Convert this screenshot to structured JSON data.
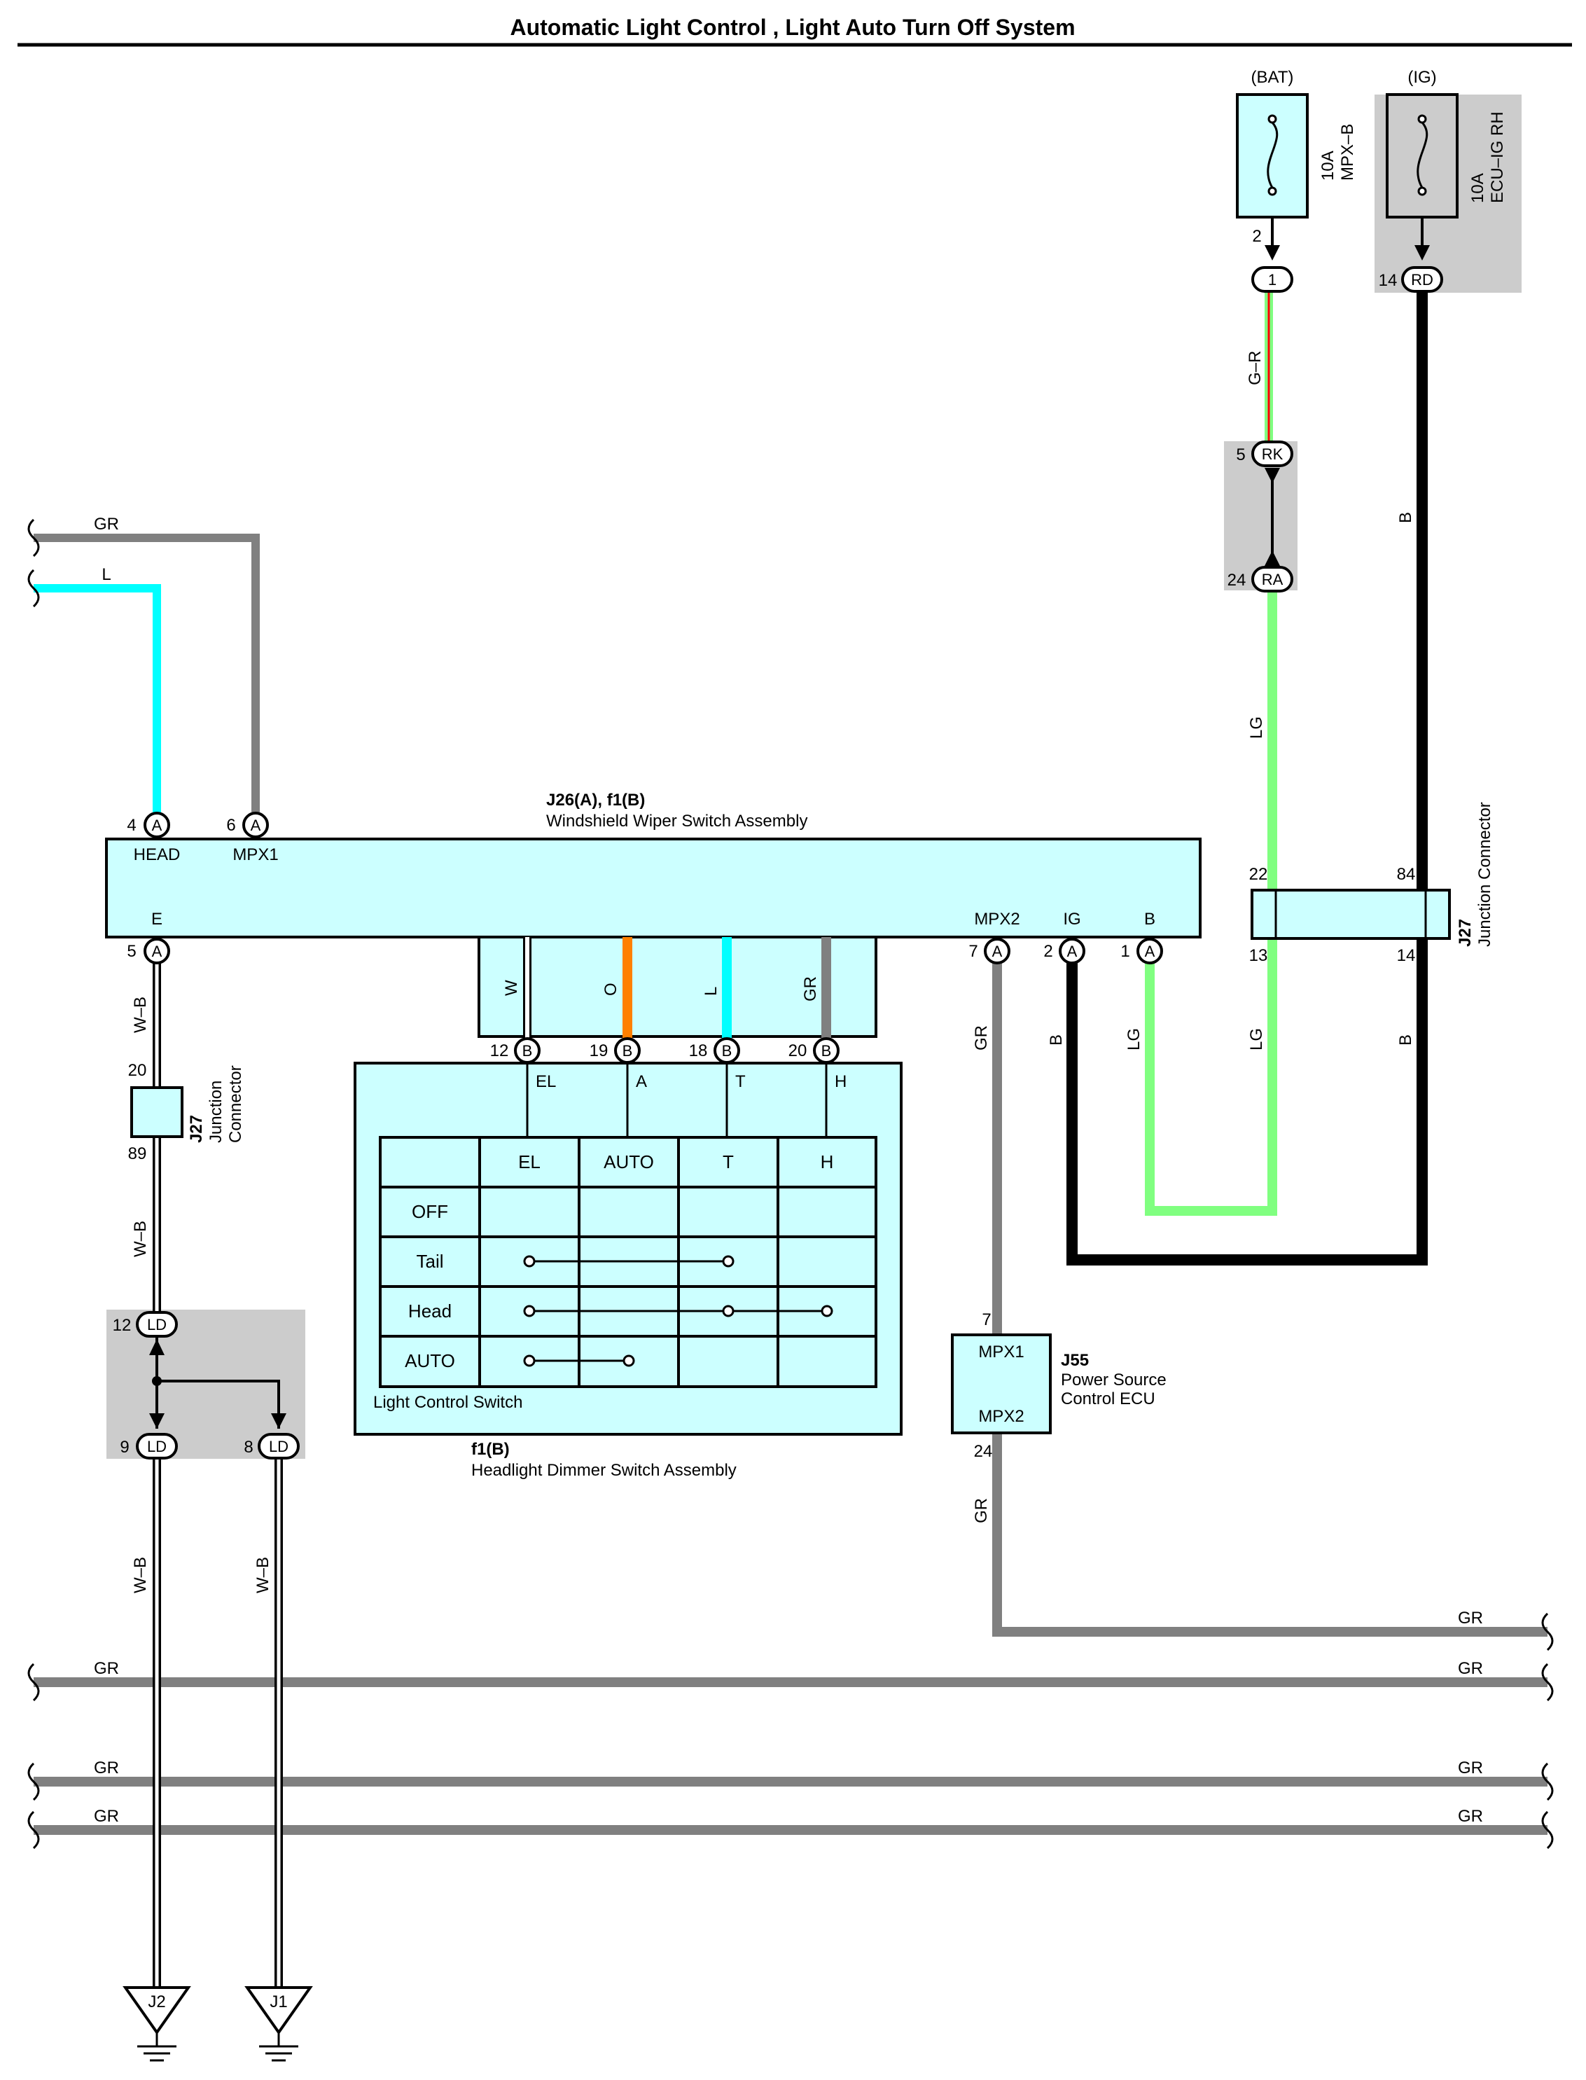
{
  "title": "Automatic Light Control , Light Auto Turn Off System",
  "colors": {
    "GR": "#808080",
    "L": "#00ffff",
    "LG": "#80ff80",
    "B": "#000000",
    "O": "#ff8000",
    "W": "#ffffff",
    "component_fill": "#ccffff",
    "shade": "#cccccc"
  },
  "fuses": {
    "bat": {
      "source": "(BAT)",
      "rating": "10A",
      "name": "MPX–B",
      "pin": "2",
      "conn_pin": "1"
    },
    "ig": {
      "source": "(IG)",
      "rating": "10A",
      "name": "ECU–IG RH",
      "pin": "14",
      "conn_pin": "RD"
    }
  },
  "junctions": {
    "rk": {
      "pin": "5",
      "label": "RK"
    },
    "ra": {
      "pin": "24",
      "label": "RA"
    },
    "ld_top": {
      "pin": "12",
      "label": "LD"
    },
    "ld_left": {
      "pin": "9",
      "label": "LD"
    },
    "ld_right": {
      "pin": "8",
      "label": "LD"
    }
  },
  "wiper_switch": {
    "code": "J26(A), f1(B)",
    "name": "Windshield Wiper Switch Assembly",
    "top_pins": [
      {
        "num": "4",
        "conn": "A",
        "label": "HEAD"
      },
      {
        "num": "6",
        "conn": "A",
        "label": "MPX1"
      }
    ],
    "bottom_pins": [
      {
        "num": "5",
        "conn": "A",
        "label": "E"
      },
      {
        "num": "7",
        "conn": "A",
        "label": "MPX2"
      },
      {
        "num": "2",
        "conn": "A",
        "label": "IG"
      },
      {
        "num": "1",
        "conn": "A",
        "label": "B"
      }
    ],
    "sub_wires": [
      "W",
      "O",
      "L",
      "GR"
    ]
  },
  "junction_connector_right": {
    "code": "J27",
    "name": "Junction Connector",
    "pins": [
      "22",
      "84",
      "13",
      "14"
    ]
  },
  "junction_connector_left": {
    "code": "J27",
    "name_line1": "Junction",
    "name_line2": "Connector",
    "pins": [
      "20",
      "89"
    ]
  },
  "dimmer_switch": {
    "code": "f1(B)",
    "name": "Headlight Dimmer Switch Assembly",
    "switch_label": "Light Control Switch",
    "pins": [
      {
        "num": "12",
        "conn": "B",
        "label": "EL"
      },
      {
        "num": "19",
        "conn": "B",
        "label": "A"
      },
      {
        "num": "18",
        "conn": "B",
        "label": "T"
      },
      {
        "num": "20",
        "conn": "B",
        "label": "H"
      }
    ],
    "table": {
      "columns": [
        "EL",
        "AUTO",
        "T",
        "H"
      ],
      "rows": [
        "OFF",
        "Tail",
        "Head",
        "AUTO"
      ]
    }
  },
  "ecu": {
    "code": "J55",
    "name_line1": "Power Source",
    "name_line2": "Control ECU",
    "pin_top": "7",
    "pin_bottom": "24",
    "label_top": "MPX1",
    "label_bottom": "MPX2"
  },
  "wire_labels": {
    "gr": "GR",
    "l": "L",
    "gr_r": "G–R",
    "lg": "LG",
    "b": "B",
    "w_b": "W–B"
  },
  "grounds": [
    "J2",
    "J1"
  ]
}
